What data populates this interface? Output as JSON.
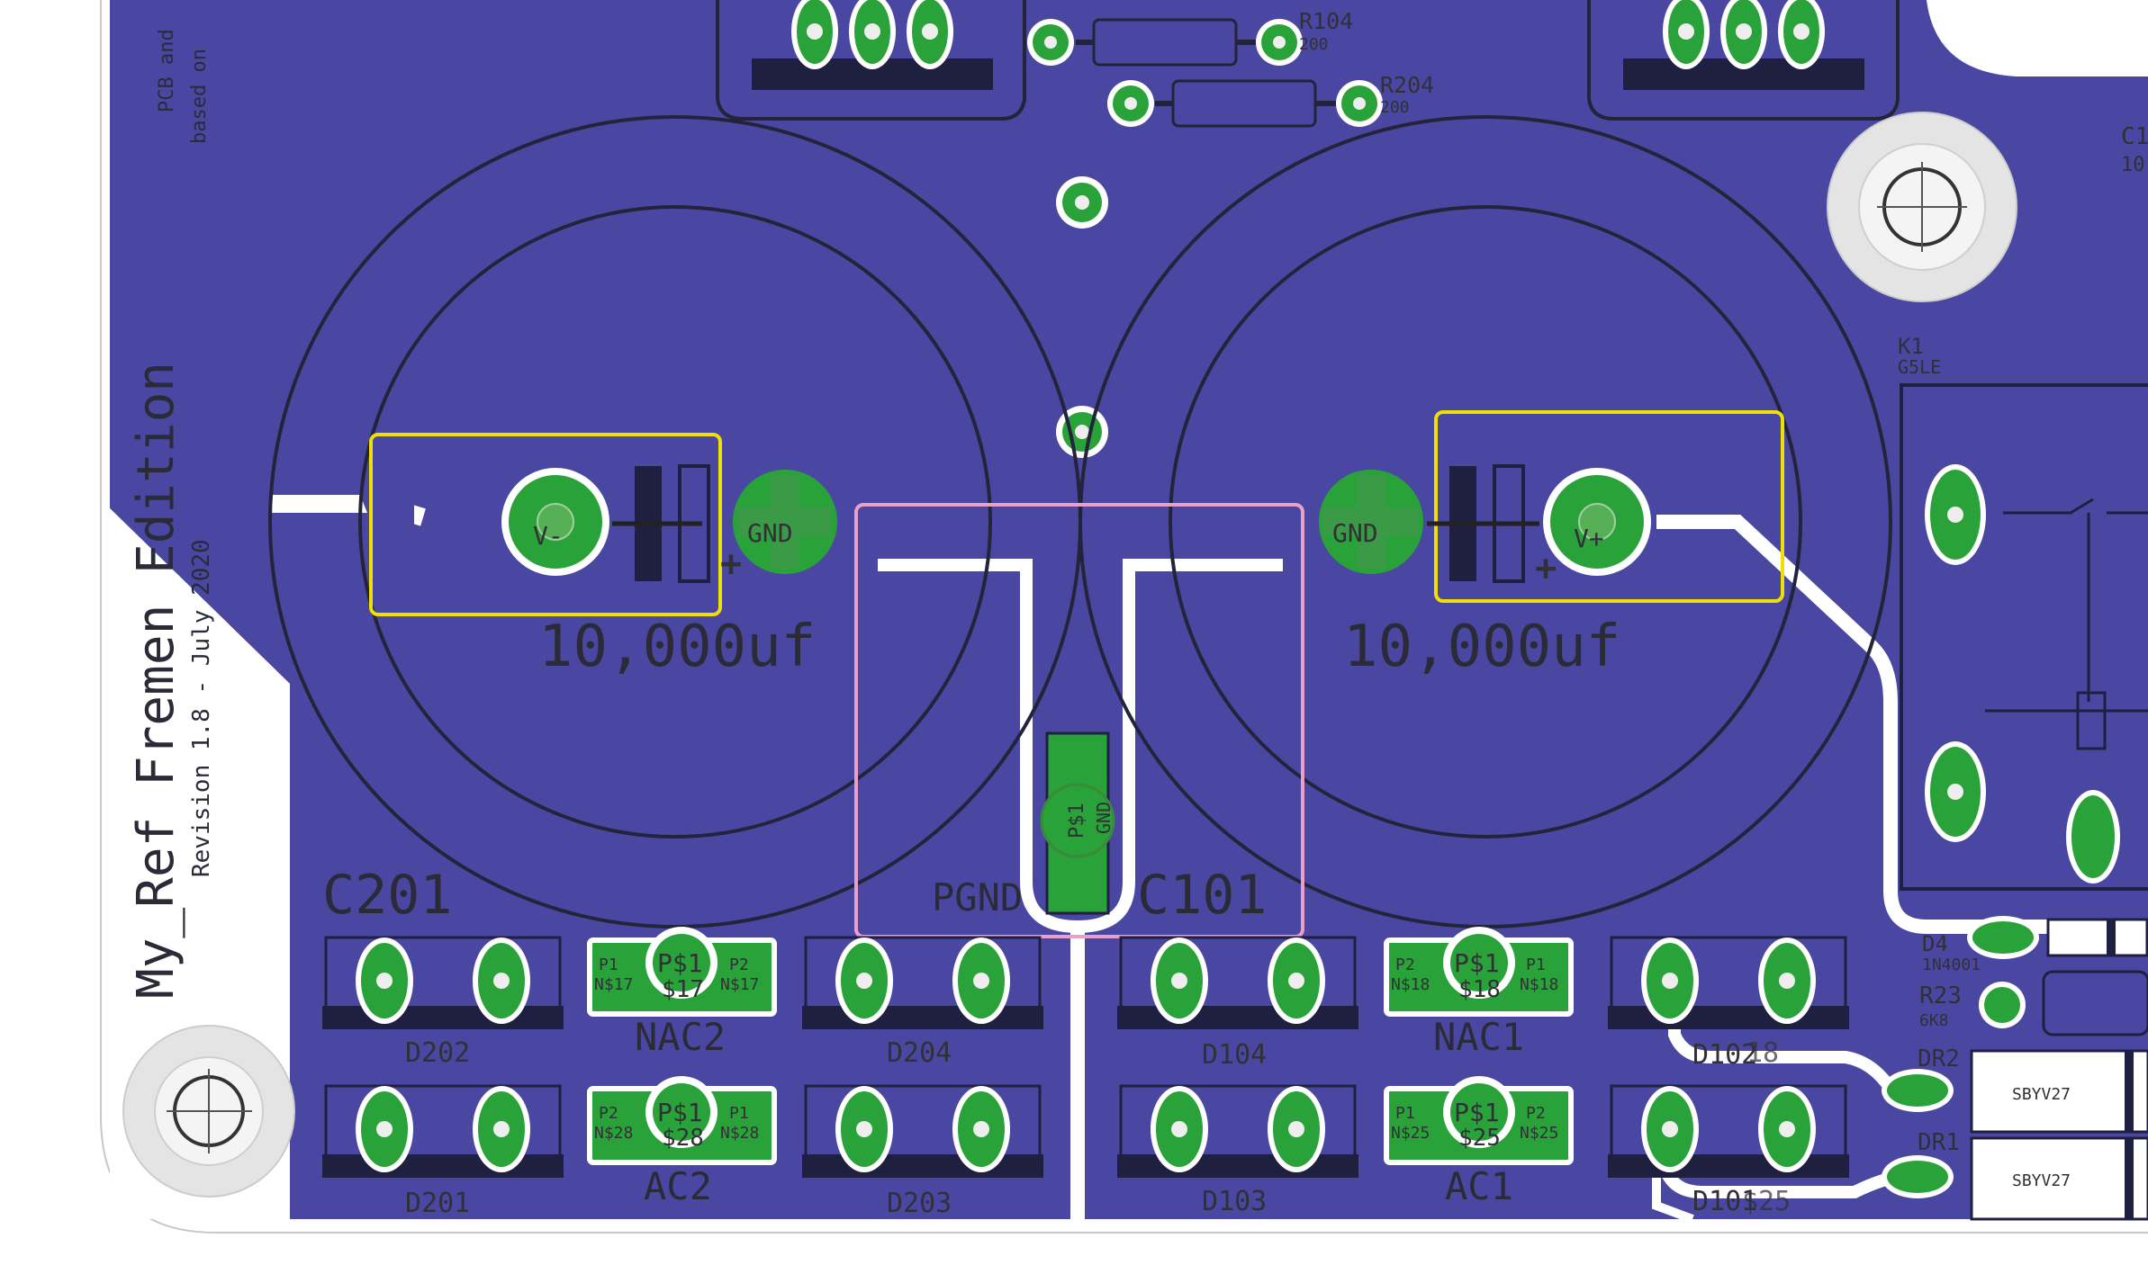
{
  "board": {
    "title": "My_Ref Fremen Edition",
    "revision": "Revision 1.8 - July 2020",
    "note_lines": [
      "PCB and",
      "based on"
    ]
  },
  "colors": {
    "copper_pour": "#4a47a3",
    "pad_copper": "#2aa23a",
    "drill_green": "#2f9a3a",
    "silkscreen": "#202035",
    "highlight_yellow": "#f0e000",
    "highlight_pink": "#e9a0c8",
    "background": "#ffffff"
  },
  "capacitors": {
    "left": {
      "value": "10,000uf",
      "pin_neg": "V-",
      "pin_gnd": "GND",
      "sign": "+"
    },
    "right": {
      "value": "10,000uf",
      "pin_pos": "V+",
      "pin_gnd": "GND",
      "sign": "+"
    }
  },
  "labels": {
    "c201": "C201",
    "c101": "C101",
    "pgnd": "PGND",
    "ps1_center": "P$1",
    "gnd": "GND",
    "nac2": "NAC2",
    "nac1": "NAC1",
    "ac2": "AC2",
    "ac1": "AC1",
    "d202": "D202",
    "d204": "D204",
    "d104": "D104",
    "d102": "D102",
    "d201": "D201",
    "d203": "D203",
    "d103": "D103",
    "d101": "D101",
    "r104": "R104",
    "r104_val": "200",
    "r204": "R204",
    "r204_val": "200",
    "k1": "K1",
    "k1_val": "G5LE",
    "d4": "D4",
    "d4_val": "1N4001",
    "r23": "R23",
    "r23_val": "6K8",
    "dr2": "DR2",
    "dr1": "DR1",
    "sbyv27_a": "SBYV27",
    "sbyv27_b": "SBYV27",
    "c1": "C1",
    "c1_val": "10",
    "ghost_18": "18",
    "ghost_25": "$25"
  },
  "terminals": {
    "nac2": {
      "p1": "P1",
      "ps1": "P$1",
      "p2": "P2",
      "n1": "N$17",
      "n2": "N$17",
      "nc": "$17"
    },
    "nac1": {
      "p1": "P2",
      "ps1": "P$1",
      "p2": "P1",
      "n1": "N$18",
      "n2": "N$18",
      "nc": "$18"
    },
    "ac2": {
      "p1": "P2",
      "ps1": "P$1",
      "p2": "P1",
      "n1": "N$28",
      "n2": "N$28",
      "nc": "$28"
    },
    "ac1": {
      "p1": "P1",
      "ps1": "P$1",
      "p2": "P2",
      "n1": "N$25",
      "n2": "N$25",
      "nc": "$25"
    }
  }
}
